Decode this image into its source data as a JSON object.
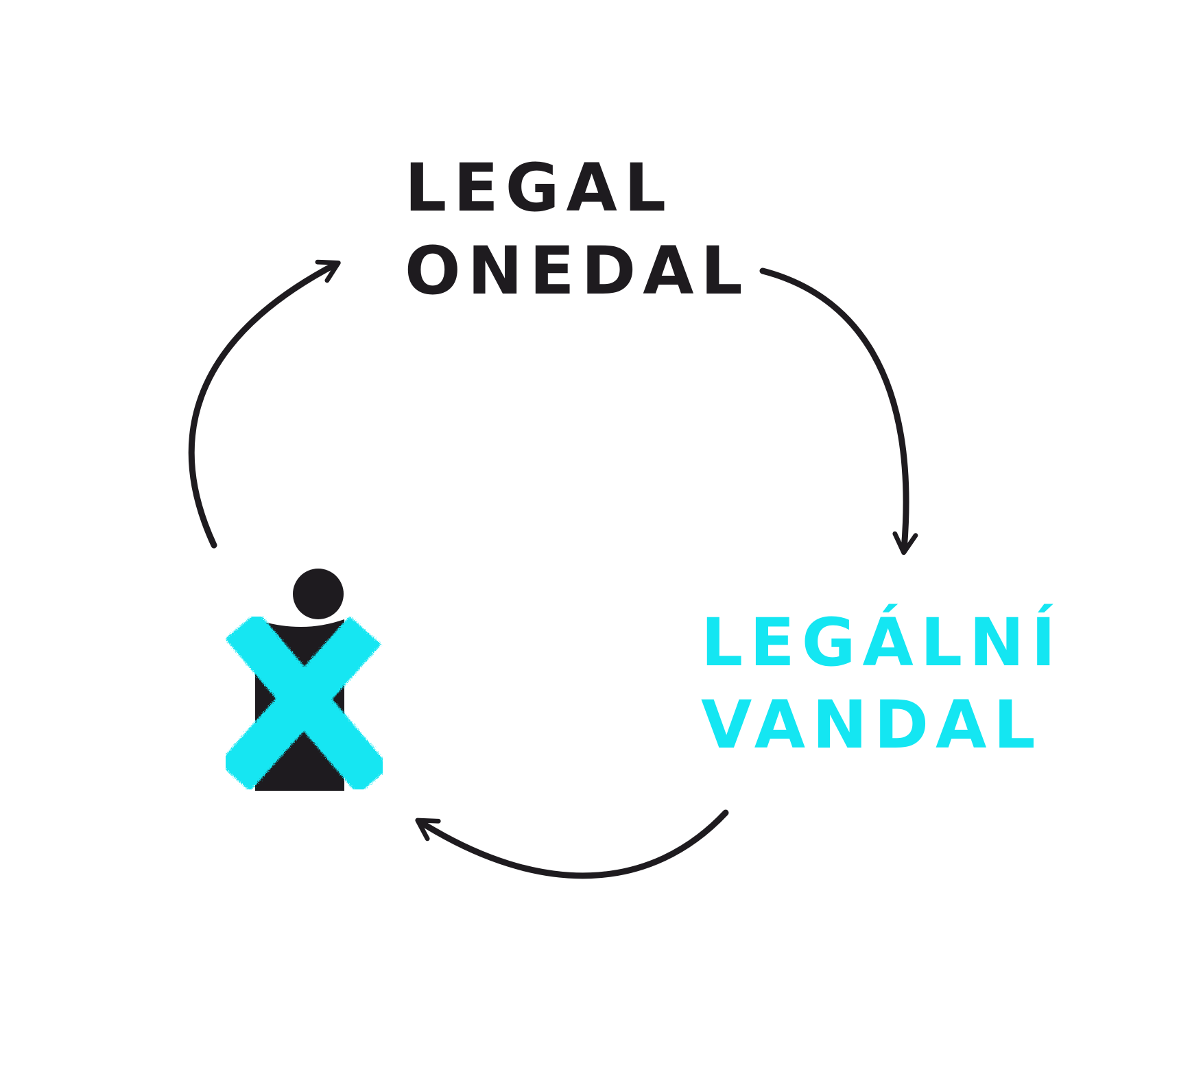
{
  "diagram": {
    "nodes": [
      {
        "id": "legal-onedal",
        "lines": [
          "LEGAL",
          "ONEDAL"
        ],
        "color": "#1e1b1f"
      },
      {
        "id": "legalni-vandal",
        "lines": [
          "LEGÁLNÍ",
          "VANDAL"
        ],
        "color": "#14e6f2"
      },
      {
        "id": "info-crossed",
        "icon": "crossed-info-icon",
        "icon_color": "#1e1b1f",
        "cross_color": "#14e6f2"
      }
    ],
    "edges": [
      {
        "from": "legal-onedal",
        "to": "legalni-vandal",
        "icon": "curved-arrow-icon"
      },
      {
        "from": "legalni-vandal",
        "to": "info-crossed",
        "icon": "curved-arrow-icon"
      },
      {
        "from": "info-crossed",
        "to": "legal-onedal",
        "icon": "curved-arrow-icon"
      }
    ]
  },
  "colors": {
    "dark": "#1e1b1f",
    "accent": "#14e6f2",
    "background": "#ffffff"
  }
}
